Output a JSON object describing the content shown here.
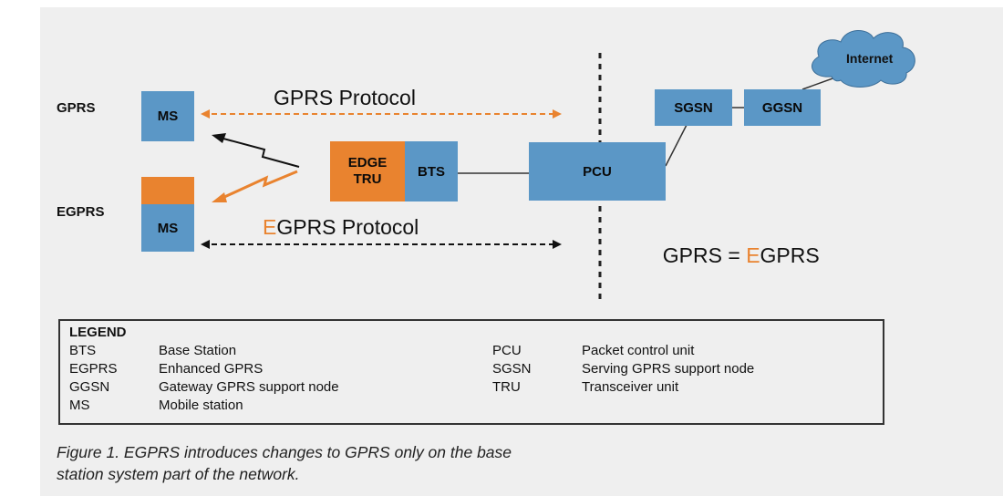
{
  "diagram": {
    "row_labels": {
      "gprs": "GPRS",
      "egprs": "EGPRS"
    },
    "nodes": {
      "ms_gprs": "MS",
      "ms_egprs": "MS",
      "edge_tru_line1": "EDGE",
      "edge_tru_line2": "TRU",
      "bts": "BTS",
      "pcu": "PCU",
      "sgsn": "SGSN",
      "ggsn": "GGSN",
      "internet": "Internet"
    },
    "protocols": {
      "gprs": "GPRS Protocol",
      "egprs_accent": "E",
      "egprs_rest": "GPRS Protocol"
    },
    "equation": {
      "left": "GPRS = ",
      "accent": "E",
      "right": "GPRS"
    }
  },
  "legend": {
    "title": "LEGEND",
    "left": [
      {
        "abbr": "BTS",
        "desc": "Base Station"
      },
      {
        "abbr": "EGPRS",
        "desc": "Enhanced GPRS"
      },
      {
        "abbr": "GGSN",
        "desc": "Gateway GPRS support node"
      },
      {
        "abbr": "MS",
        "desc": "Mobile station"
      }
    ],
    "right": [
      {
        "abbr": "PCU",
        "desc": "Packet control unit"
      },
      {
        "abbr": "SGSN",
        "desc": "Serving GPRS support node"
      },
      {
        "abbr": "TRU",
        "desc": "Transceiver unit"
      }
    ]
  },
  "caption": {
    "line1": "Figure 1. EGPRS introduces changes to GPRS only on the base",
    "line2": "station system part of the network."
  },
  "colors": {
    "node_blue": "#5b97c6",
    "accent_orange": "#e9832f",
    "background": "#efefef"
  }
}
